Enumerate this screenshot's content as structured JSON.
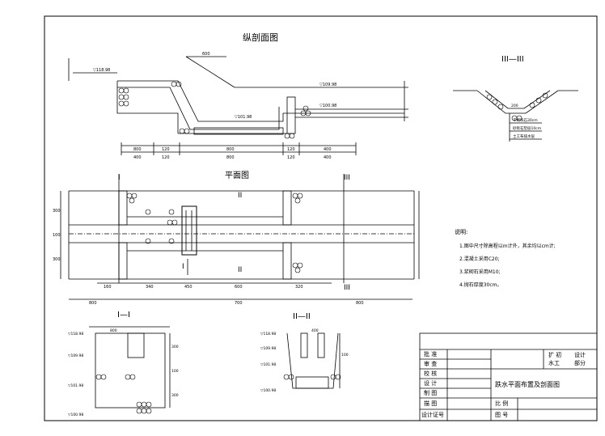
{
  "drawing": {
    "long_section_title": "纵剖面图",
    "plan_title": "平面图",
    "section_III_title": "III—III",
    "section_I_title": "I—I",
    "section_II_title": "II—II",
    "section_marks": {
      "I": "I",
      "II": "II",
      "III": "III"
    },
    "long_section_elevations": [
      "▽118.98",
      "▽109.98",
      "▽101.98",
      "▽100.98"
    ],
    "long_section_dims_top": [
      "800",
      "120",
      "800",
      "120",
      "400"
    ],
    "long_section_dims_bottom": [
      "400",
      "120",
      "800",
      "120",
      "400"
    ],
    "long_section_dim_slope": "600",
    "plan_dims_bottom_row1": [
      "160",
      "340",
      "450",
      "600",
      "320"
    ],
    "plan_dims_bottom_row2": [
      "800",
      "700",
      "800"
    ],
    "plan_dims_side": [
      "300",
      "100",
      "300"
    ],
    "section_I_elevations": [
      "▽118.98",
      "▽109.98",
      "▽101.98",
      "▽100.98"
    ],
    "section_I_dims": [
      "800",
      "300",
      "100",
      "300"
    ],
    "section_II_elevations": [
      "▽118.98",
      "▽109.98",
      "▽101.98",
      "▽100.98"
    ],
    "section_II_dims": [
      "400",
      "100"
    ],
    "section_III_labels": [
      "干砌块石30cm",
      "砂砾石垫层10cm",
      "土工布排水层"
    ],
    "section_III_dim": "200"
  },
  "notes": {
    "heading": "说明:",
    "items": [
      "1.图中尺寸除高程以m计外，其余均以cm计;",
      "2.混凝土采用C20;",
      "3.浆砌石采用M10;",
      "4.抛石厚度30cm。"
    ]
  },
  "title_block": {
    "labels": [
      "批 准",
      "审 查",
      "校 核",
      "设 计",
      "制 图",
      "描 图",
      "设计证号"
    ],
    "right_labels": [
      "扩 初",
      "设计",
      "水工",
      "部分"
    ],
    "bottom_labels": [
      "比 例",
      "图 号"
    ],
    "drawing_name": "跌水平面布置及剖面图"
  }
}
